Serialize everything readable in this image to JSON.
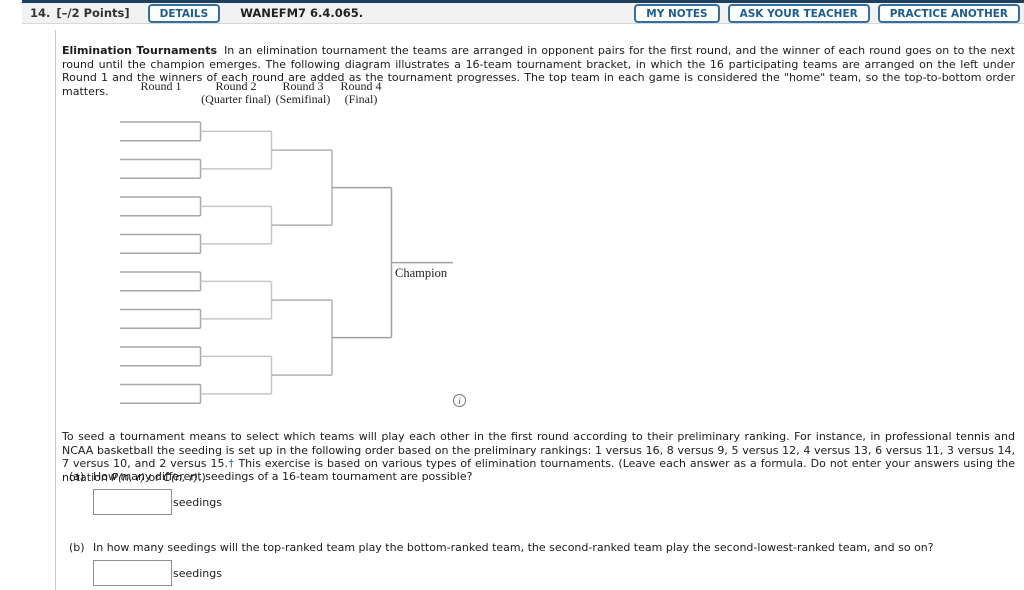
{
  "header": {
    "question_number": "14.",
    "points": "[–/2 Points]",
    "details_label": "DETAILS",
    "assignment_code": "WANEFM7 6.4.065.",
    "my_notes_label": "MY NOTES",
    "ask_teacher_label": "ASK YOUR TEACHER",
    "practice_label": "PRACTICE ANOTHER"
  },
  "problem": {
    "title": "Elimination Tournaments",
    "intro": "In an elimination tournament the teams are arranged in opponent pairs for the first round, and the winner of each round goes on to the next round until the champion emerges. The following diagram illustrates a 16-team tournament bracket, in which the 16 participating teams are arranged on the left under Round 1 and the winners of each round are added as the tournament progresses. The top team in each game is considered the \"home\" team, so the top-to-bottom order matters."
  },
  "bracket": {
    "teams": 16,
    "rounds": [
      {
        "name": "Round 1",
        "sub": ""
      },
      {
        "name": "Round 2",
        "sub": "(Quarter final)"
      },
      {
        "name": "Round 3",
        "sub": "(Semifinal)"
      },
      {
        "name": "Round 4",
        "sub": "(Final)"
      }
    ],
    "champion_label": "Champion",
    "info_icon_glyph": "i"
  },
  "seeding": {
    "part1": "To seed a tournament means to select which teams will play each other in the first round according to their preliminary ranking. For instance, in professional tennis and NCAA basketball the seeding is set up in the following order based on the preliminary rankings: 1 versus 16, 8 versus 9, 5 versus 12, 4 versus 13, 6 versus 11, 3 versus 14, 7 versus 10, and 2 versus 15.",
    "dagger": "†",
    "part2": " This exercise is based on various types of elimination tournaments. (Leave each answer as a formula. Do not enter your answers using the notation ",
    "notation_p": "P(n, r)",
    "or_text": " or ",
    "notation_c": "C(n, r)",
    "part3": ".)"
  },
  "questions": [
    {
      "label": "(a)",
      "text": "How many different seedings of a 16-team tournament are possible?",
      "input_value": "",
      "unit": "seedings"
    },
    {
      "label": "(b)",
      "text": "In how many seedings will the top-ranked team play the bottom-ranked team, the second-ranked team play the second-lowest-ranked team, and so on?",
      "input_value": "",
      "unit": "seedings"
    }
  ],
  "colors": {
    "header_top_border": "#1d3f5e",
    "header_bg": "#f2f2f2",
    "button_blue": "#1d5c8c",
    "dagger_blue": "#2b66c2",
    "bracket_line": "#a8a8a8"
  }
}
